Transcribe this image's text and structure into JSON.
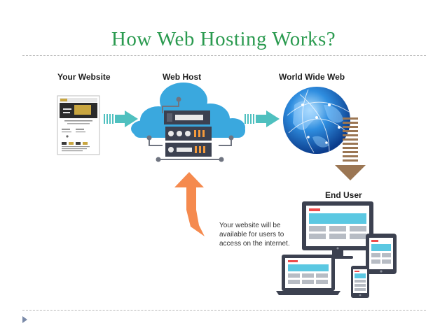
{
  "slide": {
    "title": "How Web Hosting Works?"
  },
  "diagram": {
    "labels": {
      "your_website": "Your Website",
      "web_host": "Web Host",
      "world_wide_web": "World Wide Web",
      "end_user": "End User"
    },
    "note": "Your website will be available for users to access on the internet."
  },
  "colors": {
    "title": "#2a9a4f",
    "cloud": "#3aa8de",
    "arrow_teal": "#4fc0bf",
    "arrow_orange": "#f58a4e",
    "arrow_brown": "#9b7653",
    "screen": "#5bc8e2",
    "device_dark": "#3c4150"
  }
}
